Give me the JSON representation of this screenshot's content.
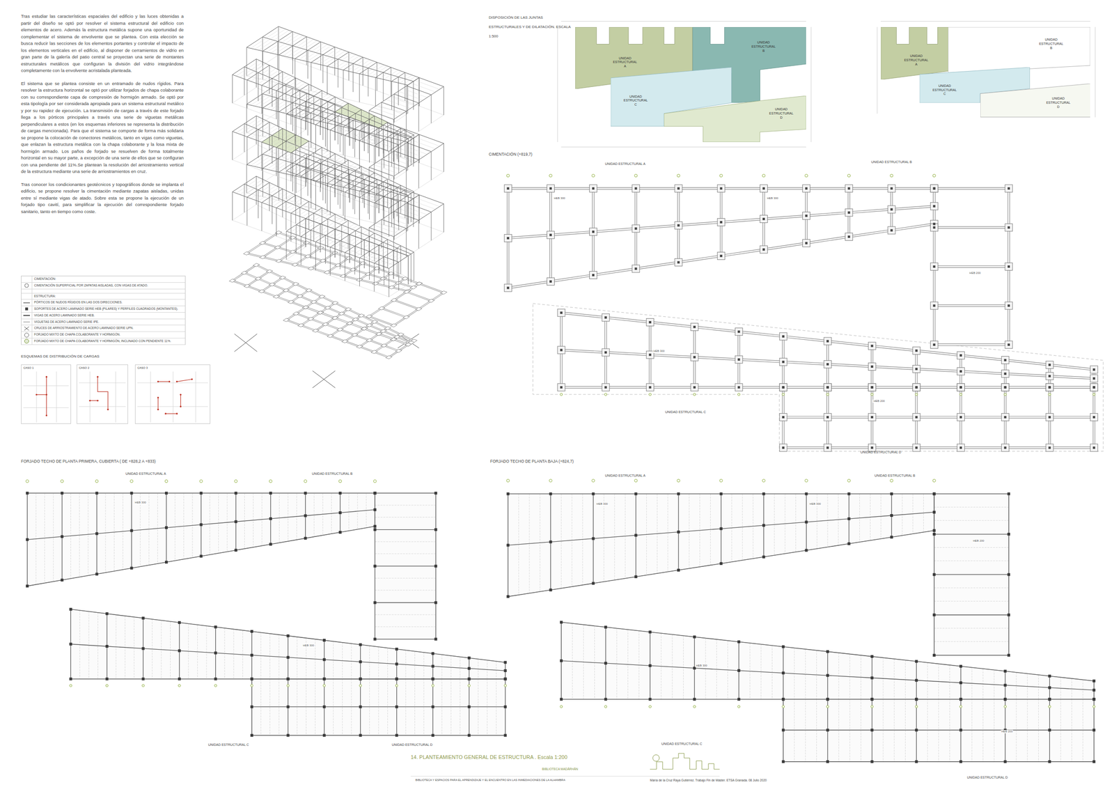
{
  "diagram": {
    "title": "14. PLANTEAMIENTO GENERAL DE ESTRUCTURA . Escala 1:200",
    "nodes": [
      {
        "text": [
          "UNIDAD ESTRUCTURAL A"
        ]
      },
      {
        "text": [
          "UNIDAD ESTRUCTURAL B"
        ]
      },
      {
        "text": [
          "UNIDAD ESTRUCTURAL C"
        ]
      },
      {
        "text": [
          "UNIDAD ESTRUCTURAL D"
        ]
      },
      {
        "text": [
          "UNIDAD ESTRUCTURAL A"
        ]
      },
      {
        "text": [
          "UNIDAD ESTRUCTURAL B"
        ]
      },
      {
        "text": [
          "UNIDAD ESTRUCTURAL C"
        ]
      },
      {
        "text": [
          "UNIDAD ESTRUCTURAL D"
        ]
      },
      {
        "text": [
          "CASO 1"
        ]
      },
      {
        "text": [
          "CASO 2"
        ]
      },
      {
        "text": [
          "CASO 3"
        ]
      }
    ],
    "labels": [
      "Tras estudiar las características espaciales del edificio y las luces obtenidas a partir del diseño se optó por resolver el sistema estructural del edificio con elementos de acero. Además la estructura metálica supone una oportunidad de complementar el sistema de envolvente que se plantea. Con esta elección se busca reducir las secciones de los elementos portantes y controlar el impacto de los elementos verticales en el edificio, al disponer de cerramientos de vidrio en gran parte de la galería del patio central se proyectan una serie de montantes estructurales metálicos que configuran la división del vidrio integrándose completamente con la envolvente acristalada planteada.",
      "El sistema que se plantea consiste en un entramado de nudos rígidos. Para resolver la estructura horizontal se optó por utilizar forjados de chapa colaborante con su correspondiente capa de compresión de hormigón armado. Se optó por esta tipología por ser considerada apropiada para un sistema estructural metálico y por su rapidez de ejecución. La transmisión de cargas a través de este forjado llega a los pórticos principales a través una serie de viguetas metálicas perpendiculares a estos (en los esquemas inferiores se representa la distribución de cargas mencionada). Para que el sistema se comporte de forma más solidaria se propone la colocación de conectores metálicos, tanto en vigas como viguetas, que enlazan la estructura metálica con la chapa colaborante y la losa mixta de hormigón armado. Los paños de forjado se resuelven de forma totalmente horizontal en su mayor parte, a excepción de una serie de ellos que se configuran con una pendiente del 11%.Se plantean la resolución del arriostramiento vertical de la estructura mediante una serie de arriostramientos en cruz.",
      "Tras conocer los condicionantes geotécnicos y topográficos donde se implanta el edificio, se propone resolver la cimentación mediante zapatas aisladas, unidas entre sí mediante vigas de atado. Sobre esta se propone la ejecución de un forjado tipo cavití, para simplificar la ejecución del correspondiente forjado sanitario, tanto en tiempo como coste.",
      "CIMENTACIÓN:",
      "ESTRUCTURA:",
      "ESQUEMAS DE DISTRIBUCIÓN DE CARGAS",
      "DISPOSICIÓN DE LAS JUNTAS ESTRUCTURALES Y DE DILATACIÓN. ESCALA 1:500",
      "CIMENTACIÓN (+819,7)",
      "UNIDAD ESTRUCTURAL A",
      "UNIDAD ESTRUCTURAL B",
      "UNIDAD ESTRUCTURAL C",
      "UNIDAD ESTRUCTURAL D",
      "FORJADO TECHO DE PLANTA PRIMERA, CUBIERTA ( DE +828,2 A +833)",
      "UNIDAD ESTRUCTURAL A",
      "UNIDAD ESTRUCTURAL B",
      "UNIDAD ESTRUCTURAL C",
      "UNIDAD ESTRUCTURAL D",
      "FORJADO TECHO DE PLANTA BAJA (+824,7)",
      "UNIDAD ESTRUCTURAL A",
      "UNIDAD ESTRUCTURAL B",
      "UNIDAD ESTRUCTURAL C",
      "UNIDAD ESTRUCTURAL D",
      "BIBLIOTECA MADĀRHĀN",
      "BIBLIOTECA Y ESPACIOS PARA EL APRENDIZAJE Y EL ENCUENTRO EN LAS INMEDIACIONES DE LA ALHAMBRA",
      "María de la Cruz Raya Gutiérrez.   Trabajo Fin de Máster.  ETSA Granada. 08 Julio 2020",
      "HEB 300",
      "HEB 300",
      "HEB 200",
      "HEB 300",
      "HEB 200",
      "HEB 300",
      "HEB 300",
      "HEB 200",
      "HEB 300",
      "HEB 200",
      "HEB 300",
      "HEB 300"
    ],
    "legend": [
      {
        "text": "CIMENTACIÓN SUPERFICIAL POR ZAPATAS AISLADAS, CON VIGAS DE ATADO."
      },
      {
        "text": "PÓRTICOS DE NUDOS RÍGIDOS EN LAS DOS DIRECCIONES."
      },
      {
        "text": "SOPORTES DE ACERO LAMINADO SERIE HEB (PILARES) Y PERFILES CUADRADOS (MONTANTES)."
      },
      {
        "text": "VIGAS DE ACERO LAMINADO SERIE HEB."
      },
      {
        "text": "VIGUETAS DE ACERO LAMINADO SERIE IPE."
      },
      {
        "text": "CRUCES DE ARRIOSTRAMIENTO DE ACERO LAMINADO SERIE UPN."
      },
      {
        "text": "FORJADO MIXTO DE CHAPA COLABORANTE Y HORMIGÓN."
      },
      {
        "text": "FORJADO MIXTO DE CHAPA COLABORANTE Y HORMIGÓN, INCLINADO CON PENDIENTE 11%."
      }
    ]
  }
}
